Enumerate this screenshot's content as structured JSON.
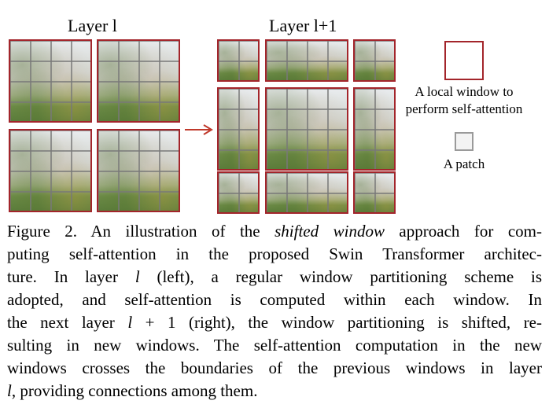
{
  "figure": {
    "left_label": "Layer l",
    "right_label": "Layer l+1",
    "legend": {
      "window_line1": "A local window to",
      "window_line2": "perform self-attention",
      "patch": "A patch"
    }
  },
  "caption": {
    "line1_a": "Figure 2. An illustration of the ",
    "line1_em": "shifted window",
    "line1_b": " approach for com-",
    "line2": "puting self-attention in the proposed Swin Transformer architec-",
    "line3_a": "ture.  In layer ",
    "line3_l": "l",
    "line3_b": " (left), a regular window partitioning scheme is",
    "line4": "adopted, and self-attention is computed within each window.  In",
    "line5_a": "the next layer ",
    "line5_l": "l",
    "line5_plus": " + 1",
    "line5_b": " (right), the window partitioning is shifted, re-",
    "line6": "sulting in new windows. The self-attention computation in the new",
    "line7": "windows crosses the boundaries of the previous windows in layer",
    "line8_l": "l",
    "line8_b": ", providing connections among them."
  },
  "colors": {
    "window_border": "#a3252b",
    "arrow": "#c0392b",
    "patch_border": "#9a9a9a"
  }
}
